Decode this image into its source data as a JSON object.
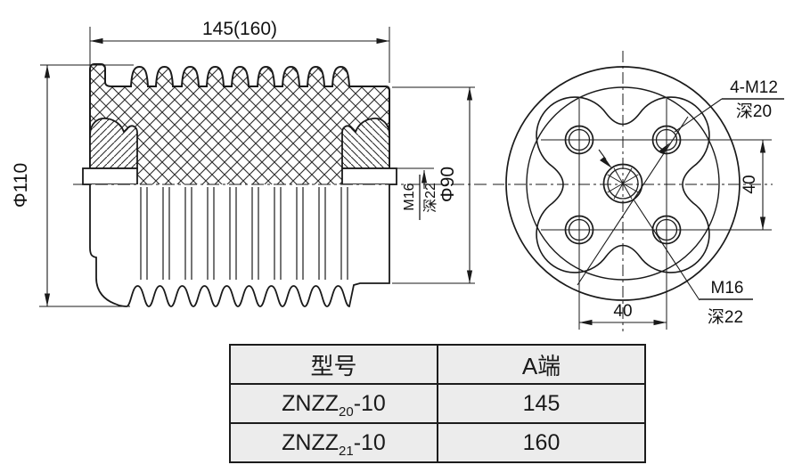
{
  "drawing": {
    "left_view": {
      "dim_length": "145(160)",
      "dim_outer_dia": "Φ110",
      "dim_flange_dia": "Φ90",
      "thread_label": "M16",
      "thread_depth": "深22"
    },
    "right_view": {
      "bolt_label": "4-M12",
      "bolt_depth": "深20",
      "thread_label": "M16",
      "thread_depth": "深22",
      "dim_vertical": "40",
      "dim_horizontal": "40"
    }
  },
  "table": {
    "headers": [
      "型号",
      "A端"
    ],
    "rows": [
      {
        "model_prefix": "ZNZZ",
        "model_sub": "20",
        "model_suffix": "-10",
        "a_end": "145"
      },
      {
        "model_prefix": "ZNZZ",
        "model_sub": "21",
        "model_suffix": "-10",
        "a_end": "160"
      }
    ]
  },
  "colors": {
    "line": "#1a1a1a",
    "table_bg": "#ececec",
    "page_bg": "#ffffff"
  }
}
